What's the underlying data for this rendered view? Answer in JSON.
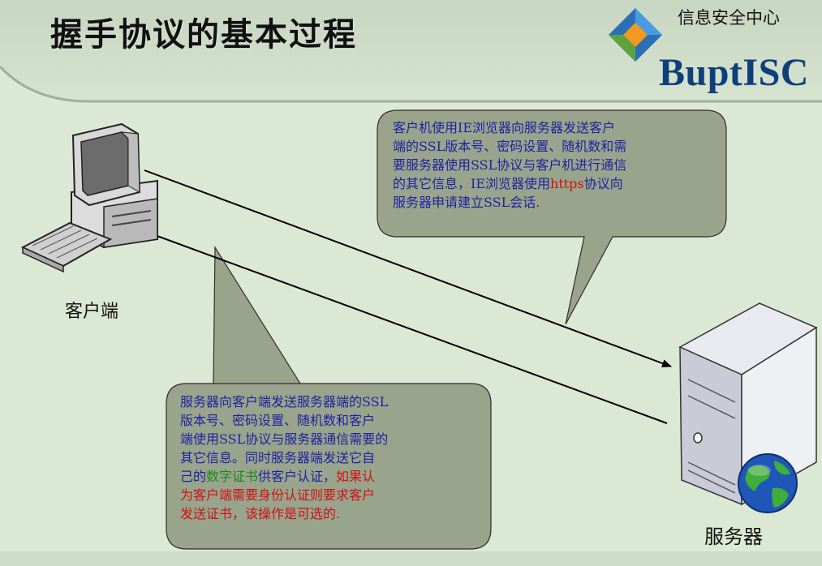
{
  "slide": {
    "title": "握手协议的基本过程"
  },
  "logo": {
    "subtitle": "信息安全中心",
    "name": "BuptISC"
  },
  "nodes": {
    "client_label": "客户端",
    "server_label": "服务器"
  },
  "bubble_top": {
    "lines": [
      "客户机使用IE浏览器向服务器发送客户",
      "端的SSL版本号、密码设置、随机数和需",
      "要服务器使用SSL协议与客户机进行通信",
      "的其它信息，IE浏览器使用"
    ],
    "https_text": "https",
    "line4_tail": "协议向",
    "line5": "服务器申请建立SSL会话."
  },
  "bubble_bottom": {
    "lines": [
      "服务器向客户端发送服务器端的SSL",
      "版本号、密码设置、随机数和客户",
      "端使用SSL协议与服务器通信需要的",
      "其它信息。同时服务器端发送它自"
    ],
    "line5_head": "己的",
    "cert_text": "数字证书",
    "line5_mid": "供客户认证，",
    "line5_red": "如果认",
    "line6": "为客户端需要身份认证则要求客户",
    "line7": "发送证书，该操作是可选的."
  },
  "colors": {
    "background": "#dbe8d3",
    "bubble_fill": "#99a48c",
    "text_blue": "#1f1fa0",
    "text_red": "#d01010",
    "text_green": "#1a8a1a",
    "logo_blue": "#0e3f7a"
  }
}
